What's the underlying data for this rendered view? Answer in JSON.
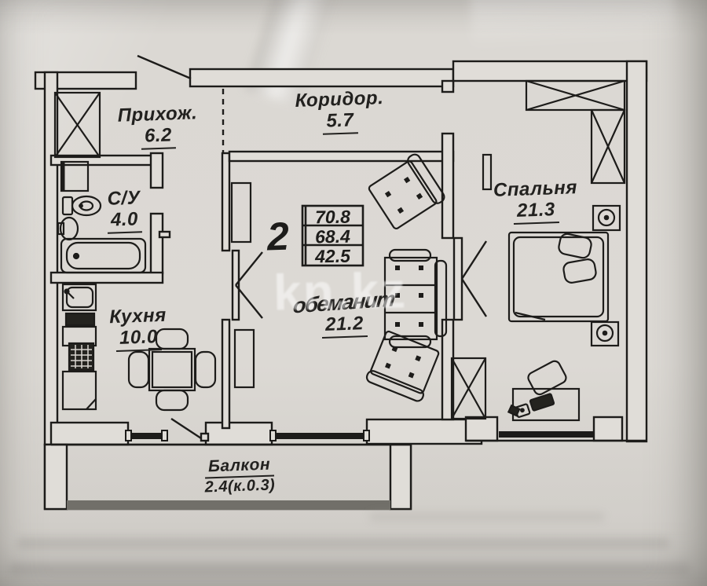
{
  "watermark": "kn.kz",
  "rooms": [
    {
      "key": "hallway",
      "label": "Прихож.",
      "area": "6.2"
    },
    {
      "key": "bathroom",
      "label": "С/У",
      "area": "4.0"
    },
    {
      "key": "kitchen",
      "label": "Кухня",
      "area": "10.0"
    },
    {
      "key": "corridor",
      "label": "Коридор.",
      "area": "5.7"
    },
    {
      "key": "living_room",
      "label": "обеманит",
      "area": "21.2"
    },
    {
      "key": "bedroom",
      "label": "Спальня",
      "area": "21.3"
    },
    {
      "key": "balcony",
      "label": "Балкон",
      "area": "2.4(к.0.3)"
    }
  ],
  "area_summary": {
    "rooms_count": "2",
    "values": [
      "70.8",
      "68.4",
      "42.5"
    ]
  },
  "colors": {
    "paper": "#d9d6d1",
    "ink": "#1d1c1a",
    "balcony_rail": "#716f69",
    "watermark_color": "rgba(255,255,255,0.5)"
  }
}
